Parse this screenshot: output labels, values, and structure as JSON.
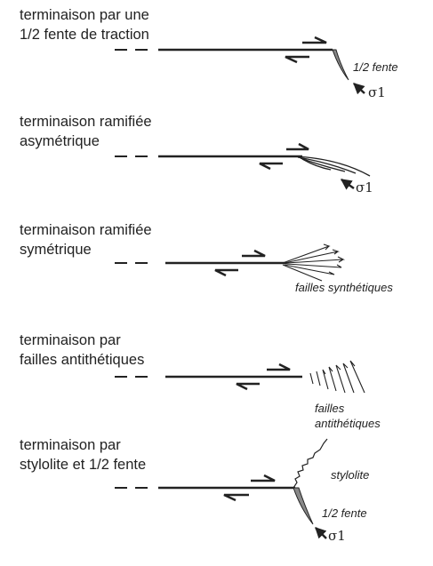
{
  "panels": [
    {
      "title": [
        "terminaison par une",
        "1/2 fente de traction"
      ],
      "annotation": "1/2 fente",
      "stress": "σ1"
    },
    {
      "title": [
        "terminaison ramifiée",
        "asymétrique"
      ],
      "stress": "σ1"
    },
    {
      "title": [
        "terminaison ramifiée",
        "symétrique"
      ],
      "annotation": "failles synthétiques"
    },
    {
      "title": [
        "terminaison par",
        "failles antithétiques"
      ],
      "annotation": [
        "failles",
        "antithétiques"
      ]
    },
    {
      "title": [
        "terminaison par",
        "stylolite et 1/2 fente"
      ],
      "annotation_top": "stylolite",
      "annotation": "1/2 fente",
      "stress": "σ1"
    }
  ],
  "colors": {
    "line": "#222222",
    "fill": "#888888"
  }
}
